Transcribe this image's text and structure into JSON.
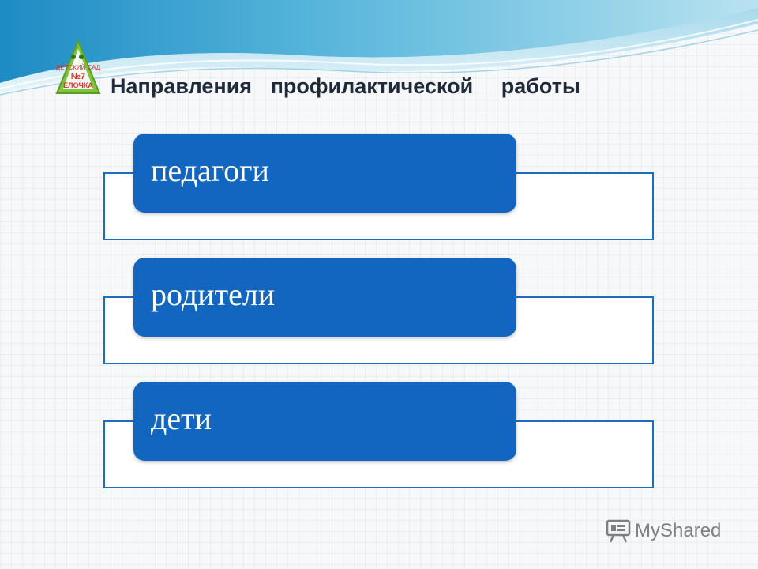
{
  "slide": {
    "title_words": [
      "Направления",
      "профилактической",
      "работы"
    ],
    "items": [
      {
        "label": "педагоги"
      },
      {
        "label": "родители"
      },
      {
        "label": "дети"
      }
    ]
  },
  "logo": {
    "text_top": "ДЕТСКИЙ САД",
    "text_number": "№7",
    "text_bottom": "ЕЛОЧКА"
  },
  "watermark": {
    "text": "MyShared"
  },
  "colors": {
    "item_fill": "#1266c0",
    "item_border": "#1c6cc1",
    "title_text": "#1f2a3a",
    "logo_green": "#7cc53c"
  }
}
